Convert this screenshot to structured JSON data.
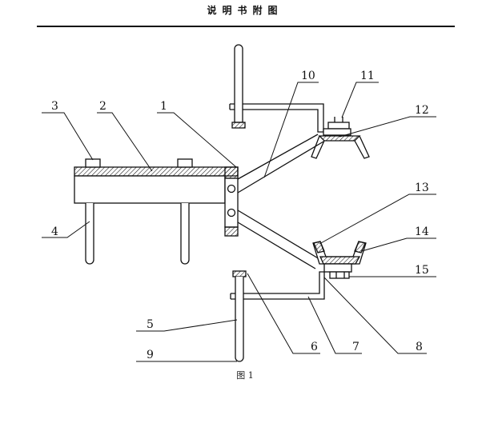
{
  "header": {
    "title": "说明书附图"
  },
  "figure": {
    "caption": "图 1"
  },
  "reference_numerals": [
    "1",
    "2",
    "3",
    "4",
    "5",
    "6",
    "7",
    "8",
    "9",
    "10",
    "11",
    "12",
    "13",
    "14",
    "15"
  ]
}
